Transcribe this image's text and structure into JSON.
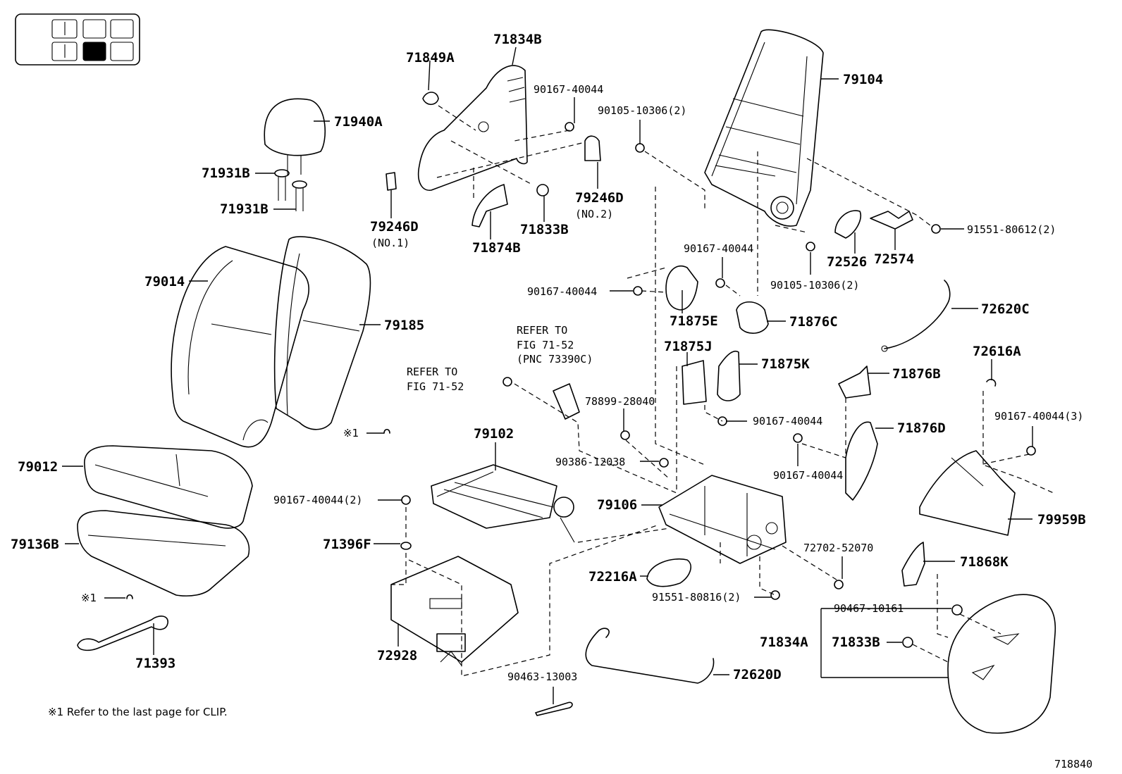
{
  "labels": {
    "p71834B": "71834B",
    "p71849A": "71849A",
    "p90167_40044_a": "90167-40044",
    "p90105_10306_2_a": "90105-10306(2)",
    "p79104": "79104",
    "p71940A": "71940A",
    "p71931B_a": "71931B",
    "p71931B_b": "71931B",
    "p79246D_a": "79246D",
    "p79246D_a_sub": "(NO.1)",
    "p79246D_b": "79246D",
    "p79246D_b_sub": "(NO.2)",
    "p71833B_a": "71833B",
    "p71874B": "71874B",
    "p91551_80612_2": "91551-80612(2)",
    "p72526": "72526",
    "p72574": "72574",
    "p90105_10306_2_b": "90105-10306(2)",
    "p90167_40044_b": "90167-40044",
    "p90167_40044_c": "90167-40044",
    "p79014": "79014",
    "p79185": "79185",
    "p71875E": "71875E",
    "p71876C": "71876C",
    "p72620C": "72620C",
    "refer1_l1": "REFER TO",
    "refer1_l2": "FIG 71-52",
    "refer1_l3": "(PNC 73390C)",
    "refer2_l1": "REFER TO",
    "refer2_l2": "FIG 71-52",
    "p71875J": "71875J",
    "p71875K": "71875K",
    "p71876B": "71876B",
    "p72616A": "72616A",
    "p78899_28040": "78899-28040",
    "p90167_40044_d": "90167-40044",
    "p90167_40044_3": "90167-40044(3)",
    "p79102": "79102",
    "p71876D": "71876D",
    "p90386_12038": "90386-12038",
    "p90167_40044_e": "90167-40044",
    "p79012": "79012",
    "p90167_40044_2": "90167-40044(2)",
    "p79106": "79106",
    "p79959B": "79959B",
    "p79136B": "79136B",
    "p71396F": "71396F",
    "p72702_52070": "72702-52070",
    "p71868K": "71868K",
    "p72216A": "72216A",
    "p91551_80816_2": "91551-80816(2)",
    "p90467_10161": "90467-10161",
    "p71834A": "71834A",
    "p71833B_b": "71833B",
    "p71393": "71393",
    "p72928": "72928",
    "p90463_13003": "90463-13003",
    "p72620D": "72620D",
    "clip_mark_a": "※1",
    "clip_mark_b": "※1",
    "footnote": "※1 Refer to the last page for CLIP.",
    "figure_number": "718840"
  },
  "seat_position_indicator": {
    "total_cells": 6,
    "highlighted_cell": "second-row-center"
  }
}
